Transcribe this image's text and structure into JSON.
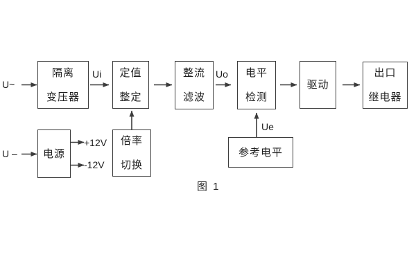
{
  "figure": {
    "caption": "图 1"
  },
  "colors": {
    "line": "#3c3c3c",
    "text": "#1f1f1f",
    "background": "#ffffff"
  },
  "blocks": [
    {
      "name": "isolation-transformer",
      "lines": [
        "隔离",
        "变压器"
      ]
    },
    {
      "name": "setting-adjustment",
      "lines": [
        "定值",
        "整定"
      ]
    },
    {
      "name": "rectifier-filter",
      "lines": [
        "整流",
        "滤波"
      ]
    },
    {
      "name": "level-detection",
      "lines": [
        "电平",
        "检测"
      ]
    },
    {
      "name": "driver",
      "lines": [
        "驱动"
      ]
    },
    {
      "name": "output-relay",
      "lines": [
        "出口",
        "继电器"
      ]
    },
    {
      "name": "power-supply",
      "lines": [
        "电源"
      ]
    },
    {
      "name": "ratio-switching",
      "lines": [
        "倍率",
        "切换"
      ]
    },
    {
      "name": "reference-level",
      "lines": [
        "参考电平"
      ]
    }
  ],
  "signals": {
    "input_ac": "U~",
    "input_dc": "U –",
    "ui": "Ui",
    "uo": "Uo",
    "ue": "Ue",
    "plus_12v": "+12V",
    "minus_12v": "-12V"
  }
}
